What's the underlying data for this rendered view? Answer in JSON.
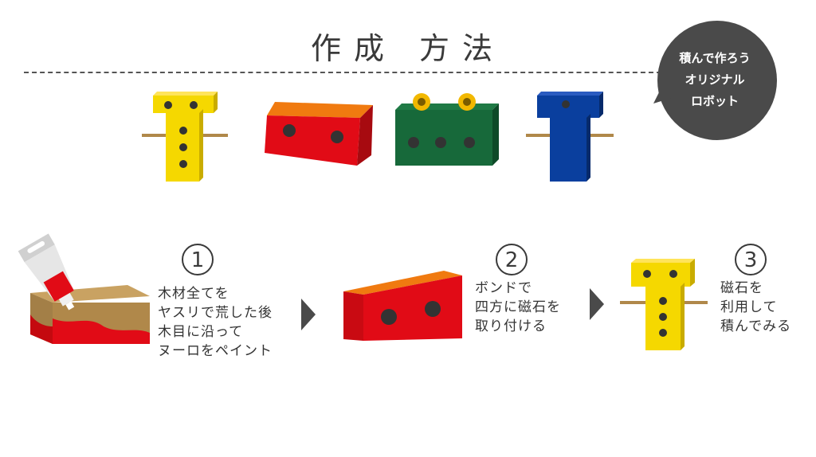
{
  "title": "作成 方法",
  "bubble": {
    "lines": [
      "積んで作ろう",
      "オリジナル",
      "ロボット"
    ]
  },
  "steps": [
    {
      "number": "1",
      "lines": [
        "木材全てを",
        "ヤスリで荒した後",
        "木目に沿って",
        "ヌーロをペイント"
      ]
    },
    {
      "number": "2",
      "lines": [
        "ボンドで",
        "四方に磁石を",
        "取り付ける"
      ]
    },
    {
      "number": "3",
      "lines": [
        "磁石を",
        "利用して",
        "積んでみる"
      ]
    }
  ],
  "colors": {
    "yellow": "#f5d800",
    "red": "#e10b16",
    "green": "#17693a",
    "blue": "#0a3f9e",
    "wood": "#b0884a",
    "dark": "#4a4a4a"
  }
}
